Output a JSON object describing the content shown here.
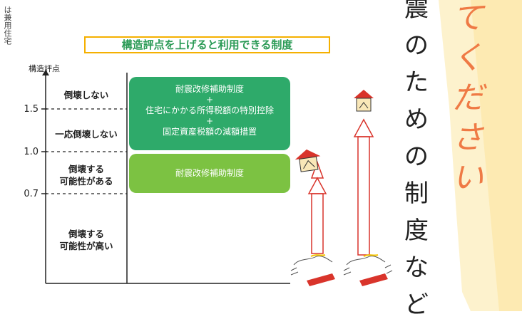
{
  "side_left_text": "は兼用住宅",
  "banner": "構造評点を上げると利用できる制度",
  "y_axis_label": "構造評点",
  "ticks": [
    "1.5",
    "1.0",
    "0.7"
  ],
  "zones": {
    "z1": "倒壊しない",
    "z2": "一応倒壊しない",
    "z3_l1": "倒壊する",
    "z3_l2": "可能性がある",
    "z4_l1": "倒壊する",
    "z4_l2": "可能性が高い"
  },
  "green_box_1": {
    "line1": "耐震改修補助制度",
    "plus1": "+",
    "line2": "住宅にかかる所得税額の特別控除",
    "plus2": "+",
    "line3": "固定資産税額の減額措置"
  },
  "green_box_2": "耐震改修補助制度",
  "vertical_black": [
    "震",
    "の",
    "た",
    "め",
    "の",
    "制",
    "度",
    "な",
    "ど"
  ],
  "vertical_orange": [
    "て",
    "く",
    "だ",
    "さ",
    "い"
  ],
  "colors": {
    "green_dark": "#2eaa6a",
    "green_light": "#7cc242",
    "banner_border": "#f5b000",
    "banner_text": "#2a9a55",
    "arrow": "#d9342b",
    "orange_text": "#ef7a45",
    "cream_panel": "#fdf0c4"
  }
}
